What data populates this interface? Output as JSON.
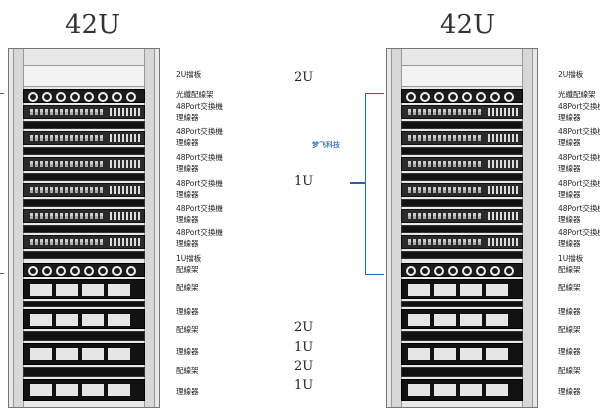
{
  "rack_title": "42U",
  "units": {
    "u2": "2U",
    "u1": "1U"
  },
  "watermark": "梦飞科技",
  "labels": [
    "2U擋板",
    "光纖配線架",
    "48Port交換機",
    "理線器",
    "48Port交換機",
    "理線器",
    "48Port交換機",
    "理線器",
    "48Port交換機",
    "理線器",
    "48Port交換機",
    "理線器",
    "48Port交換機",
    "理線器",
    "1U擋板",
    "配線架",
    "配線架",
    "理線器",
    "配線架",
    "理線器",
    "配線架",
    "理線器"
  ],
  "middle_units": [
    "2U",
    "1U",
    "2U",
    "1U",
    "2U",
    "1U"
  ],
  "colors": {
    "bracket": "#2b62a8"
  }
}
